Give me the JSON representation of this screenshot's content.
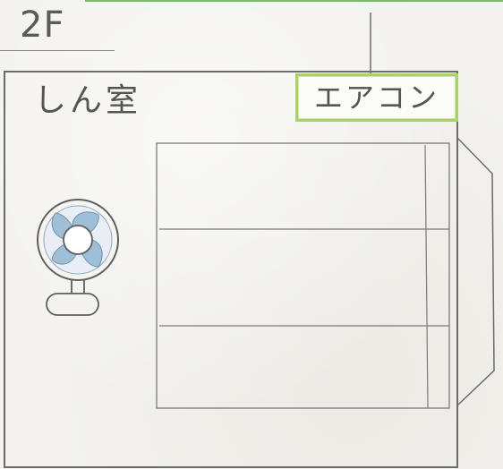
{
  "floor": {
    "label": "2F"
  },
  "room": {
    "name": "しん室"
  },
  "aircon": {
    "label": "エアコン"
  },
  "icons": [
    "electric-fan-icon"
  ],
  "colors": {
    "pencil": "#6b6b6b",
    "highlight_green": "#a9d26a",
    "top_line_green": "#6fc26b",
    "fan_blue": "#7fa9c9",
    "paper": "#f3f2ee"
  }
}
